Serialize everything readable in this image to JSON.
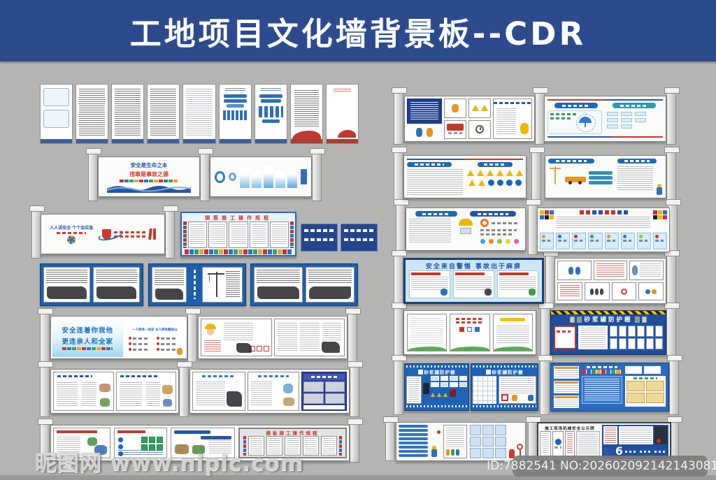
{
  "header": {
    "title": "工地项目文化墙背景板--CDR"
  },
  "watermark": {
    "site": "昵图网 www.nipic.com",
    "id_text": "ID:7882541 NO:20260209214214308108"
  },
  "colors": {
    "header_bg": "#2b4b8e",
    "canvas_bg": "#b4b5b2",
    "board_blue": "#1b5fae",
    "deep_blue": "#1d4f9e",
    "light_blue": "#cfe7f5",
    "accent_red": "#c9302c",
    "hazard_yellow": "#f2c200"
  },
  "left": {
    "row2": {
      "slogan_blue": "安全是生命之本",
      "slogan_red": "违章是事故之源"
    },
    "row3": {
      "slogan": "人人讲安全 个个会应急",
      "board_title": "钢筋施工操作规程"
    },
    "row5": {
      "slogan_line1": "安全连着你我他",
      "slogan_line2": "更连亲人和全家",
      "board2_title": "一人把关一处安 众人把关稳如山"
    },
    "row7": {
      "board_title": "模板施工操作规程"
    }
  },
  "right": {
    "row4": {
      "title": "安全来自警惕 事故出于麻痹"
    },
    "row5": {
      "title": "砂浆罐防护棚"
    },
    "row6": {
      "title1": "砂浆罐防护棚",
      "title2": "砂浆罐防护棚"
    },
    "row7": {
      "board_title": "施工现场机械安全公示牌",
      "counter_value": "6"
    }
  },
  "icons": {
    "warning-triangle": "▲",
    "mandatory-sign": "●",
    "clock": "🕒",
    "umbrella": "☂",
    "tower-crane": "crane-shape",
    "fire-hydrant": "hydrant-shape",
    "safety-helmet": "helmet-shape",
    "globe": "●",
    "gear": "gear-shape"
  }
}
